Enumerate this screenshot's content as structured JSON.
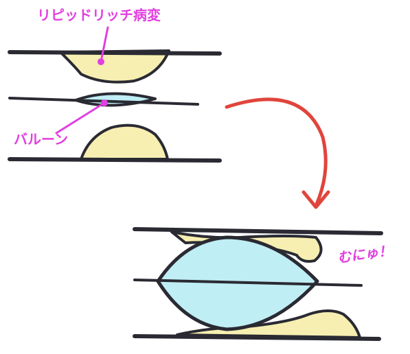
{
  "labels": {
    "plaque": "リピッドリッチ病変",
    "balloon": "バルーン",
    "squish": "むにゅ！"
  },
  "colors": {
    "line": "#2a2a33",
    "plaque_fill": "#f6efb1",
    "balloon_fill": "#bfeef4",
    "label_text": "#e23ee0",
    "pointer": "#e23ee0",
    "arrow": "#e0453c"
  }
}
